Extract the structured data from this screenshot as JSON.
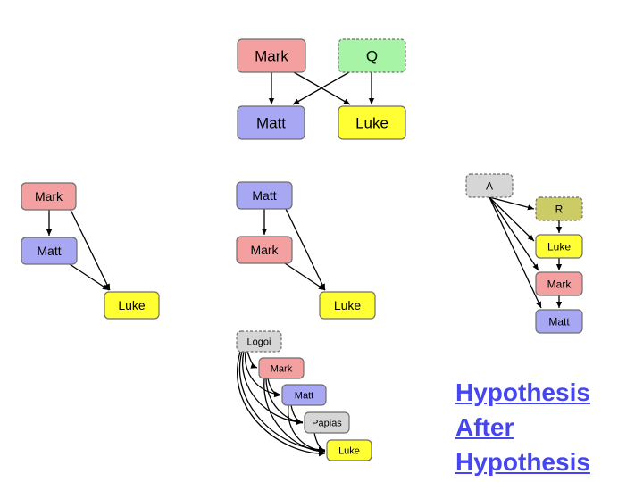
{
  "colors": {
    "red": "#f4a0a0",
    "blue": "#a7a7f4",
    "yellow": "#ffff33",
    "green": "#a7f4a7",
    "gray": "#d6d6d6",
    "olive": "#cccc66",
    "link": "#4646ee"
  },
  "diagrams": {
    "top": {
      "nodes": [
        "Mark",
        "Q",
        "Matt",
        "Luke"
      ]
    },
    "left": {
      "nodes": [
        "Mark",
        "Matt",
        "Luke"
      ]
    },
    "middle": {
      "nodes": [
        "Matt",
        "Mark",
        "Luke"
      ]
    },
    "right": {
      "nodes": [
        "A",
        "R",
        "Luke",
        "Mark",
        "Matt"
      ]
    },
    "logoi": {
      "nodes": [
        "Logoi",
        "Mark",
        "Matt",
        "Papias",
        "Luke"
      ]
    }
  },
  "title": {
    "line1": "Hypothesis",
    "line2": "After",
    "line3": "Hypothesis"
  }
}
